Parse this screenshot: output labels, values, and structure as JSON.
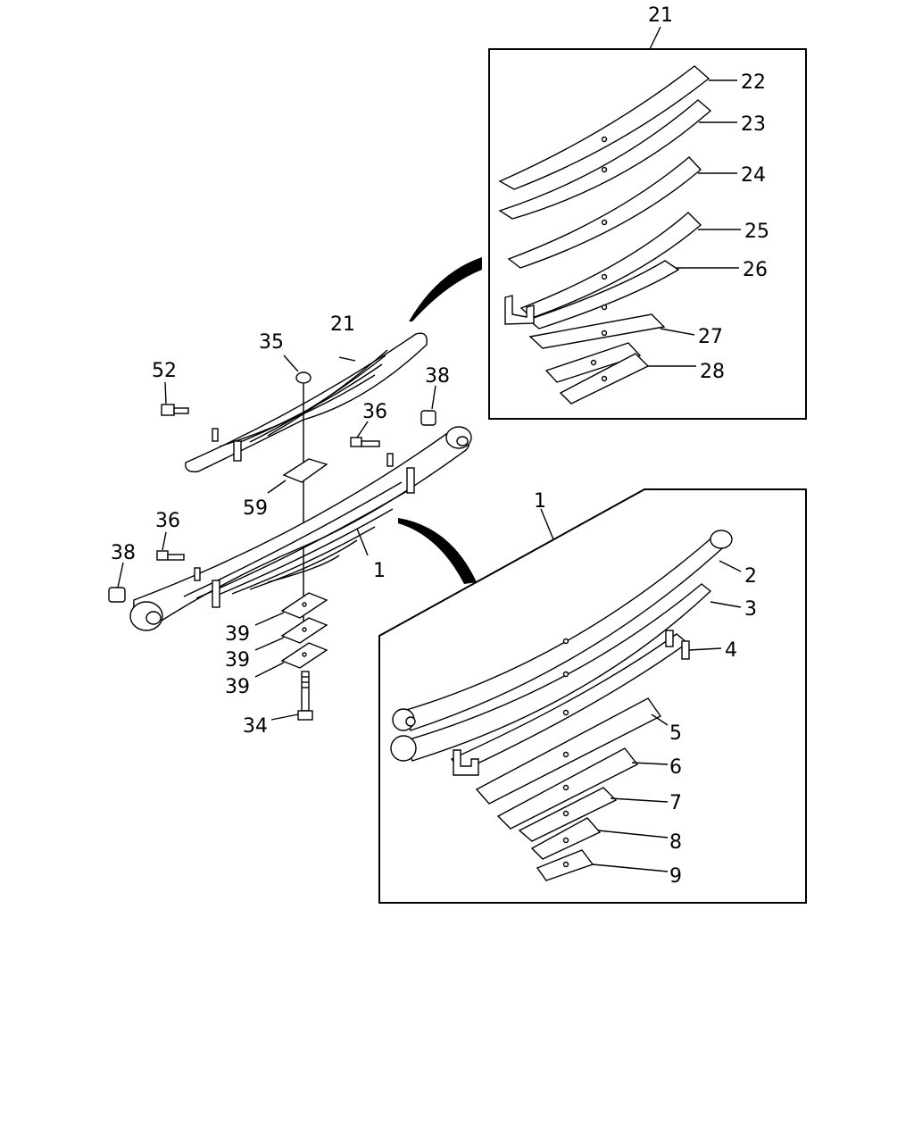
{
  "callouts": {
    "c21_box": "21",
    "c22": "22",
    "c23": "23",
    "c24": "24",
    "c25": "25",
    "c26": "26",
    "c27": "27",
    "c28": "28",
    "c21_main": "21",
    "c35": "35",
    "c52": "52",
    "c38_top": "38",
    "c36_top": "36",
    "c59": "59",
    "c36_left": "36",
    "c38_left": "38",
    "c1_main": "1",
    "c39_a": "39",
    "c39_b": "39",
    "c39_c": "39",
    "c34": "34",
    "c1_box": "1",
    "c2": "2",
    "c3": "3",
    "c4": "4",
    "c5": "5",
    "c6": "6",
    "c7": "7",
    "c8": "8",
    "c9": "9"
  }
}
